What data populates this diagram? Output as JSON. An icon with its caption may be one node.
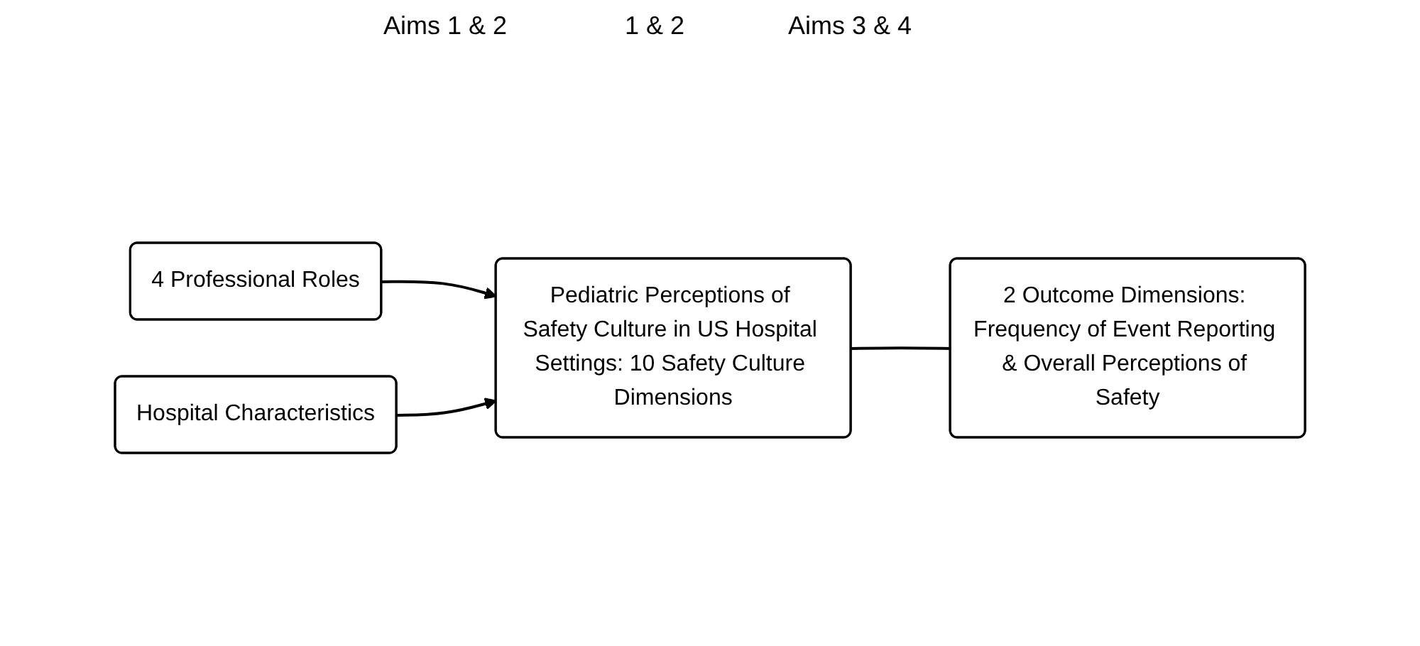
{
  "diagram": {
    "nodes": [
      {
        "text": [
          "4 Professional Roles"
        ]
      },
      {
        "text": [
          "Pediatric Perceptions of Safety Culture in US Hospital Settings: 10 Safety Culture Dimensions"
        ]
      },
      {
        "text": [
          "2 Outcome Dimensions: Frequency of Event Reporting & Overall Perceptions of Safety"
        ]
      },
      {
        "text": [
          "Hospital Characteristics"
        ]
      }
    ],
    "edges": [
      {
        "from": 0,
        "to": 1,
        "arrow": "to"
      },
      {
        "from": 3,
        "to": 1,
        "arrow": "to"
      },
      {
        "from": 1,
        "to": 2,
        "arrow": "none"
      }
    ],
    "labels": [
      "Aims 1 & 2",
      "Aims 3 & 4",
      "1 & 2"
    ]
  }
}
